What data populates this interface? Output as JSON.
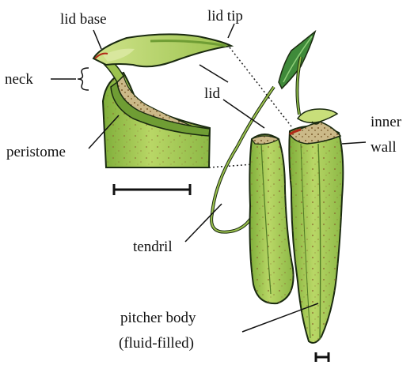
{
  "labels": {
    "lid_base": "lid base",
    "lid_tip": "lid tip",
    "neck": "neck",
    "lid": "lid",
    "inner_wall_line1": "inner",
    "inner_wall_line2": "wall",
    "peristome": "peristome",
    "tendril": "tendril",
    "pitcher_body_line1": "pitcher body",
    "pitcher_body_line2": "(fluid-filled)"
  },
  "colors": {
    "pitcher_green": "#a8cc52",
    "light_green": "#c8df7a",
    "dark_green": "#4e7a24",
    "outline": "#1a2a10",
    "speckle": "#9a7a3a",
    "peristome_red": "#b22a18",
    "inner_tan": "#d9c79a",
    "leaf_green": "#3f8a3a"
  },
  "icons": {
    "scale_bar_large": "scale-bar-icon",
    "scale_bar_small": "scale-bar-icon"
  }
}
